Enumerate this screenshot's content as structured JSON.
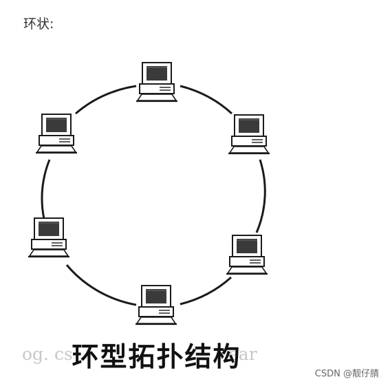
{
  "heading": "环状:",
  "diagram": {
    "caption": "环型拓扑结构",
    "node_count": 6,
    "node_icon": "desktop-computer-icon",
    "watermark_left": "og. cs",
    "watermark_right": "ear"
  },
  "credit": "CSDN @靓仔腈",
  "colors": {
    "line": "#1a1a1a",
    "screen": "#3a3a3a",
    "background": "#ffffff"
  }
}
